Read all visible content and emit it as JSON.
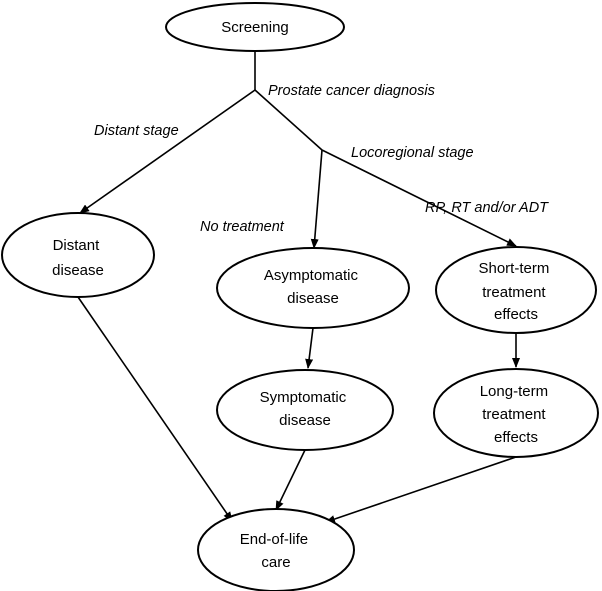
{
  "nodes": {
    "screening": [
      "Screening"
    ],
    "distant": [
      "Distant",
      "disease"
    ],
    "asymptomatic": [
      "Asymptomatic",
      "disease"
    ],
    "short_term": [
      "Short-term",
      "treatment",
      "effects"
    ],
    "symptomatic": [
      "Symptomatic",
      "disease"
    ],
    "long_term": [
      "Long-term",
      "treatment",
      "effects"
    ],
    "end_of_life": [
      "End-of-life",
      "care"
    ]
  },
  "edge_labels": {
    "diagnosis": "Prostate cancer diagnosis",
    "distant_stage": "Distant stage",
    "locoregional_stage": "Locoregional stage",
    "no_treatment": "No treatment",
    "treatment": "RP, RT and/or ADT"
  }
}
